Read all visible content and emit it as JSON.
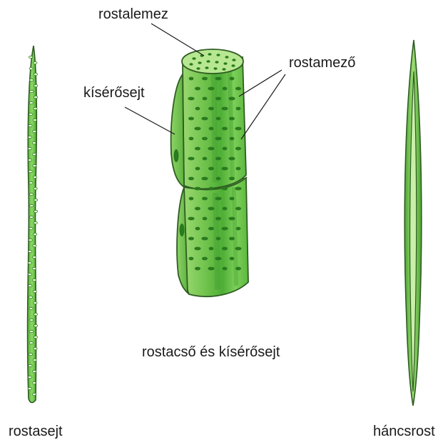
{
  "labels": {
    "sieve_plate": "rostalemez",
    "sieve_field": "rostamező",
    "companion_cell": "kísérősejt",
    "sieve_tube_caption": "rostacső és kísérősejt",
    "sieve_cell": "rostasejt",
    "bast_fiber": "háncsrost"
  },
  "colors": {
    "cell_fill": "#7ecf5a",
    "cell_light": "#b4e58f",
    "cell_dark": "#3c9a2c",
    "pore": "#2a7a1e",
    "outline": "#2f5d22"
  }
}
